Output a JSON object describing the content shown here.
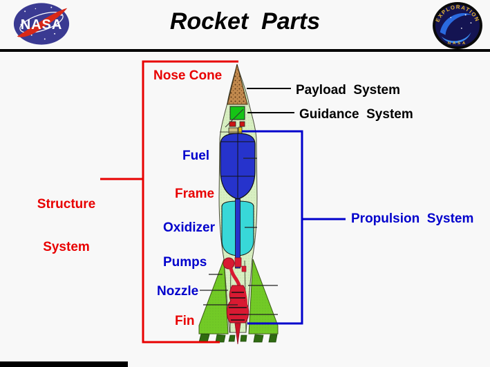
{
  "header": {
    "title": "Rocket  Parts",
    "nasa_logo": {
      "text": "NASA"
    },
    "exploration_badge": {
      "arc_text": "EXPLORATION",
      "bottom_text": "NASA"
    }
  },
  "diagram": {
    "labels": {
      "nose_cone": "Nose Cone",
      "payload_system": "Payload  System",
      "guidance_system": "Guidance  System",
      "fuel": "Fuel",
      "structure_line1": "Structure",
      "structure_line2": "System",
      "frame": "Frame",
      "oxidizer": "Oxidizer",
      "propulsion_system": "Propulsion  System",
      "pumps": "Pumps",
      "nozzle": "Nozzle",
      "fin": "Fin"
    },
    "groupings": [
      {
        "name": "Structure System",
        "bracket_color": "#e80000",
        "parts": [
          "Nose Cone",
          "Frame",
          "Fin"
        ]
      },
      {
        "name": "Propulsion System",
        "bracket_color": "#0000cc",
        "parts": [
          "Fuel",
          "Oxidizer",
          "Pumps",
          "Nozzle"
        ]
      },
      {
        "name": "Payload System",
        "bracket_color": "#000000",
        "parts": [
          "Nose Cone payload"
        ]
      },
      {
        "name": "Guidance System",
        "bracket_color": "#000000",
        "parts": [
          "Guidance unit"
        ]
      }
    ],
    "colors": {
      "structure_red": "#e80000",
      "propulsion_blue": "#0000cc",
      "label_black": "#000000",
      "rocket_shell_green": "#d8efc2",
      "fuel_tank_blue": "#2633cc",
      "oxidizer_tank_cyan": "#38d8d8",
      "fin_green": "#72ca26",
      "engine_red": "#d81a32",
      "nose_cone_tan": "#c28a4e",
      "guidance_green": "#15c415"
    }
  }
}
